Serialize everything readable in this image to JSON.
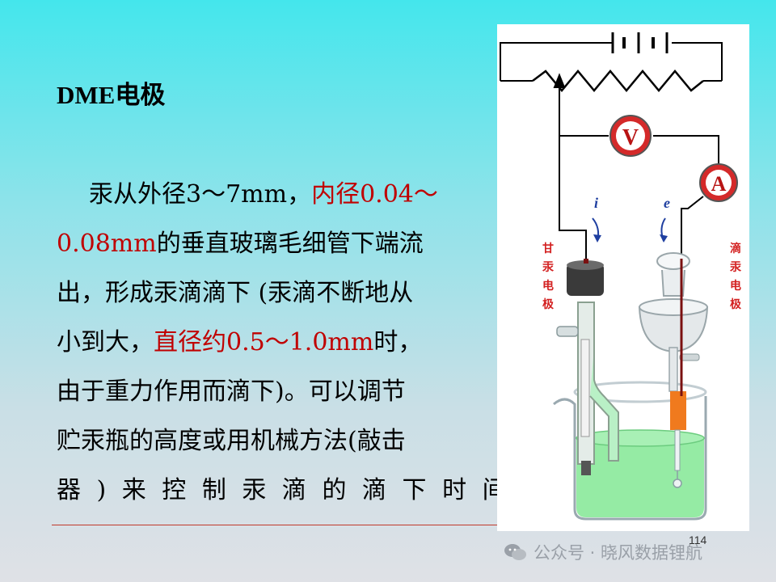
{
  "slide": {
    "title": "DME电极",
    "body_lines": [
      {
        "segments": [
          {
            "text": "汞从外径3～7mm，",
            "red": false
          },
          {
            "text": "内径0.04～",
            "red": true
          }
        ]
      },
      {
        "segments": [
          {
            "text": "0.08mm",
            "red": true
          },
          {
            "text": "的垂直玻璃毛细管下端流",
            "red": false
          }
        ]
      },
      {
        "segments": [
          {
            "text": "出，形成汞滴滴下 (汞滴不断地从",
            "red": false
          }
        ]
      },
      {
        "segments": [
          {
            "text": "小到大，",
            "red": false
          },
          {
            "text": "直径约0.5～1.0mm",
            "red": true
          },
          {
            "text": "时，",
            "red": false
          }
        ]
      },
      {
        "segments": [
          {
            "text": "由于重力作用而滴下)。可以调节",
            "red": false
          }
        ]
      },
      {
        "segments": [
          {
            "text": "贮汞瓶的高度或用机械方法(敲击",
            "red": false
          }
        ]
      },
      {
        "segments": [
          {
            "text": "器 ) 来 控 制 汞 滴 的 滴 下 时 间 。",
            "red": false
          }
        ]
      }
    ],
    "page_number": "114"
  },
  "figure": {
    "voltmeter_label": "V",
    "ammeter_label": "A",
    "current_i_label": "i",
    "current_e_label": "e",
    "left_electrode_label": [
      "甘",
      "汞",
      "电",
      "极"
    ],
    "right_electrode_label": [
      "滴",
      "汞",
      "电",
      "极"
    ]
  },
  "watermark": {
    "text": "公众号 · 晓风数据锂航",
    "icon": "wechat-icon"
  },
  "colors": {
    "text_red": "#c00000",
    "electrode_label_red": "#d32020",
    "wire_dark_red": "#7a1010",
    "meter_red": "#d42a2a",
    "solution_green": "#7be68d",
    "mercury_orange": "#f07a1e"
  }
}
